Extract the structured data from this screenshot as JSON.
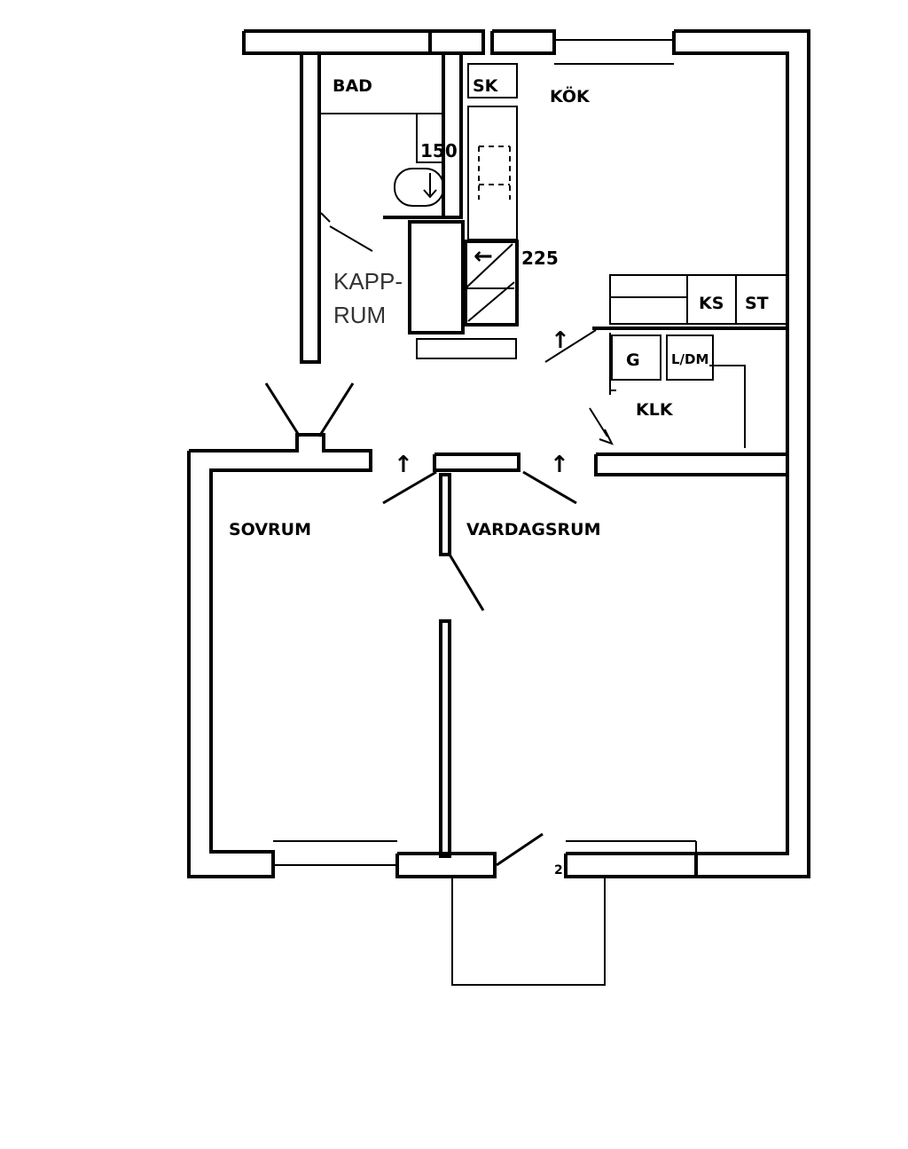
{
  "rooms": {
    "bad": "BAD",
    "sk": "SK",
    "kok": "KÖK",
    "kapprum_line1": "KAPP-",
    "kapprum_line2": "RUM",
    "ks": "KS",
    "st": "ST",
    "g": "G",
    "ldm": "L/DM",
    "klk": "KLK",
    "sovrum": "SOVRUM",
    "vardagsrum": "VARDAGSRUM"
  },
  "dimensions": {
    "d150": "150",
    "d225": "225"
  },
  "symbols": {
    "up_arrow": "↑",
    "left_arrow": "←",
    "down_arrow": "↓",
    "small_mark": "2"
  }
}
